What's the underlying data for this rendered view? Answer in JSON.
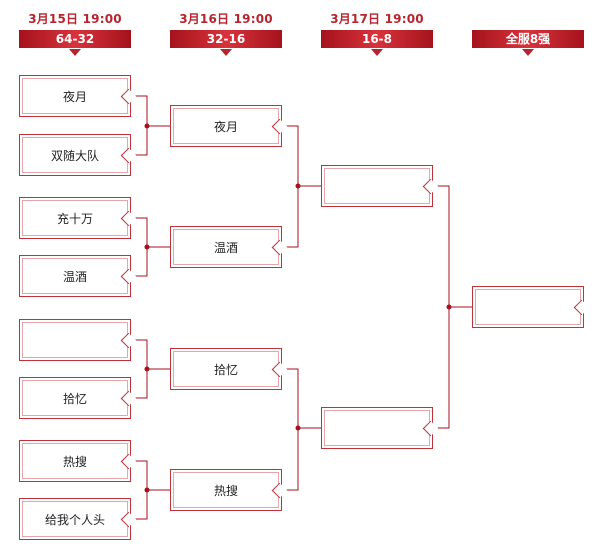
{
  "rounds": [
    {
      "date": "3月15日  19:00",
      "stage": "64-32"
    },
    {
      "date": "3月16日  19:00",
      "stage": "32-16"
    },
    {
      "date": "3月17日  19:00",
      "stage": "16-8"
    },
    {
      "date": "",
      "stage": "全服8强"
    }
  ],
  "round1": [
    "夜月",
    "双随大队",
    "充十万",
    "温酒",
    "",
    "拾忆",
    "热搜",
    "给我个人头"
  ],
  "round2": [
    "夜月",
    "温酒",
    "拾忆",
    "热搜"
  ],
  "round3": [
    "",
    ""
  ],
  "round4": [
    ""
  ],
  "colors": {
    "accent": "#b8242d",
    "border": "#c0323a"
  }
}
